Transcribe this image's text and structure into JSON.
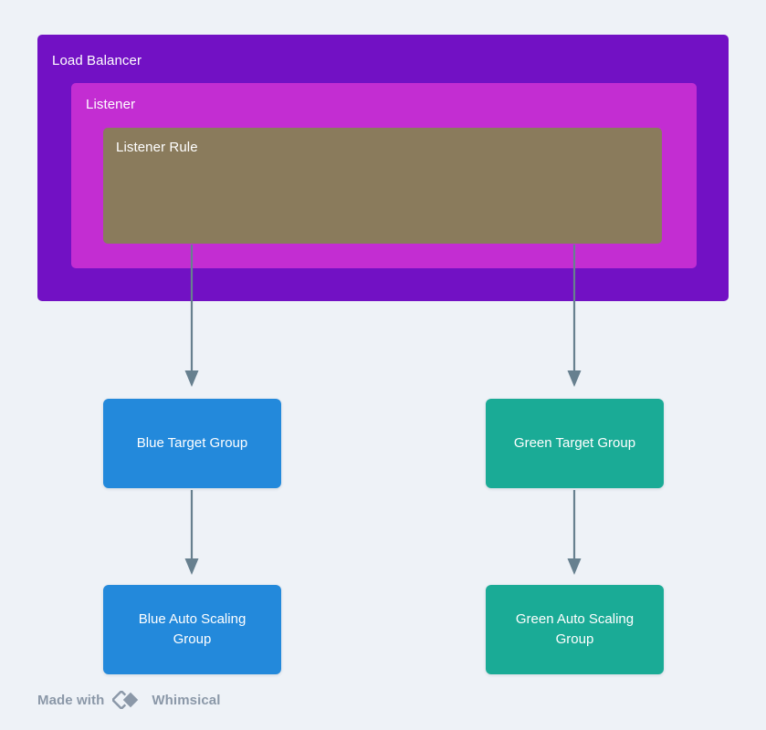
{
  "diagram": {
    "type": "flow-diagram",
    "background_color": "#eef2f7",
    "containers": [
      {
        "id": "load-balancer",
        "label": "Load Balancer",
        "color": "#7211c4",
        "label_color": "#ffffff"
      },
      {
        "id": "listener",
        "label": "Listener",
        "color": "#c32dd2",
        "label_color": "#ffffff"
      },
      {
        "id": "listener-rule",
        "label": "Listener Rule",
        "color": "#8a7b5c",
        "label_color": "#ffffff"
      }
    ],
    "nodes": [
      {
        "id": "blue-target-group",
        "label": "Blue Target Group",
        "color": "#2389db",
        "label_color": "#ffffff"
      },
      {
        "id": "green-target-group",
        "label": "Green Target Group",
        "color": "#1aab96",
        "label_color": "#ffffff"
      },
      {
        "id": "blue-asg",
        "label": "Blue Auto Scaling Group",
        "color": "#2389db",
        "label_color": "#ffffff"
      },
      {
        "id": "green-asg",
        "label": "Green Auto Scaling Group",
        "color": "#1aab96",
        "label_color": "#ffffff"
      }
    ],
    "connectors": [
      {
        "from": "listener-rule",
        "to": "blue-target-group",
        "style": "arrow",
        "color": "#67808f"
      },
      {
        "from": "listener-rule",
        "to": "green-target-group",
        "style": "arrow",
        "color": "#67808f"
      },
      {
        "from": "blue-target-group",
        "to": "blue-asg",
        "style": "arrow",
        "color": "#67808f"
      },
      {
        "from": "green-target-group",
        "to": "green-asg",
        "style": "arrow",
        "color": "#67808f"
      }
    ]
  },
  "watermark": {
    "prefix": "Made with",
    "brand": "Whimsical",
    "icon": "whimsical-diamond-logo",
    "color": "#8b98a8"
  }
}
